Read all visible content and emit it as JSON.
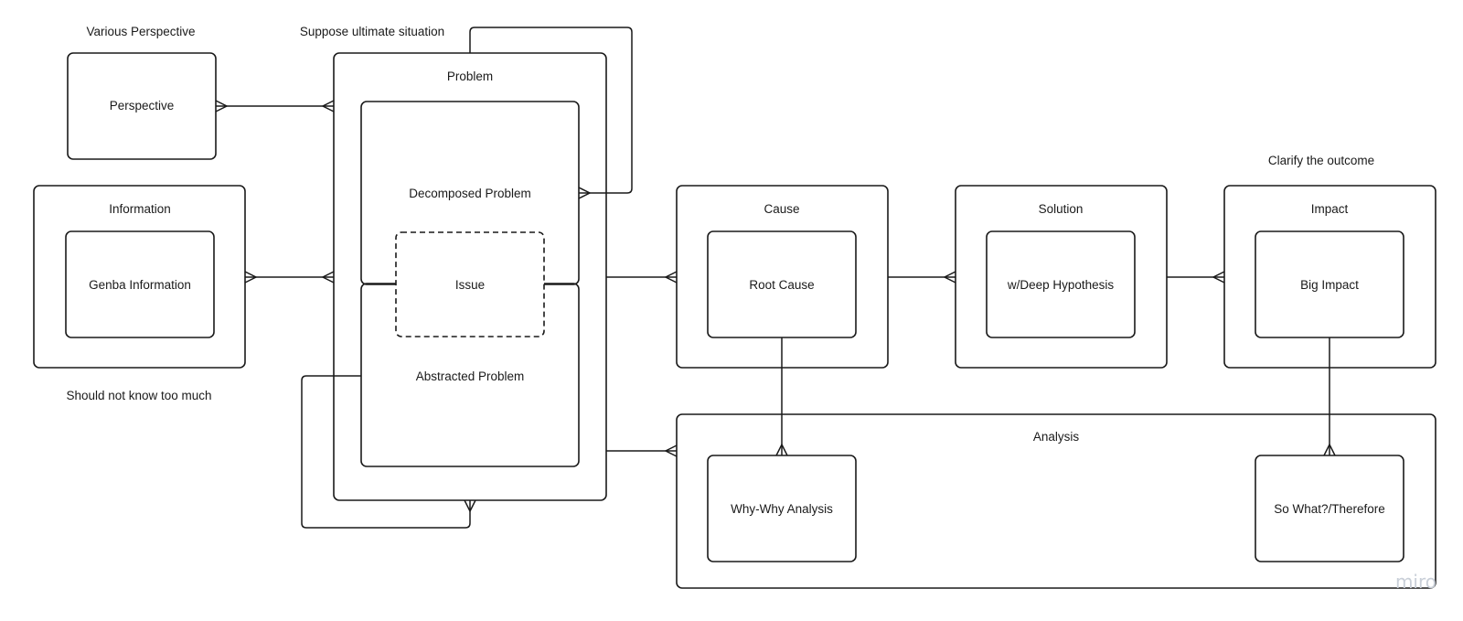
{
  "annotations": {
    "various_perspective": "Various Perspective",
    "suppose_ultimate": "Suppose ultimate situation",
    "clarify_outcome": "Clarify the outcome",
    "should_not_know": "Should not know too much"
  },
  "nodes": {
    "perspective": "Perspective",
    "information": "Information",
    "genba_information": "Genba Information",
    "problem": "Problem",
    "decomposed_problem": "Decomposed Problem",
    "issue": "Issue",
    "abstracted_problem": "Abstracted Problem",
    "cause": "Cause",
    "root_cause": "Root Cause",
    "solution": "Solution",
    "deep_hypothesis": "w/Deep Hypothesis",
    "impact": "Impact",
    "big_impact": "Big Impact",
    "analysis": "Analysis",
    "why_why": "Why-Why Analysis",
    "so_what": "So What?/Therefore"
  },
  "watermark": "miro"
}
